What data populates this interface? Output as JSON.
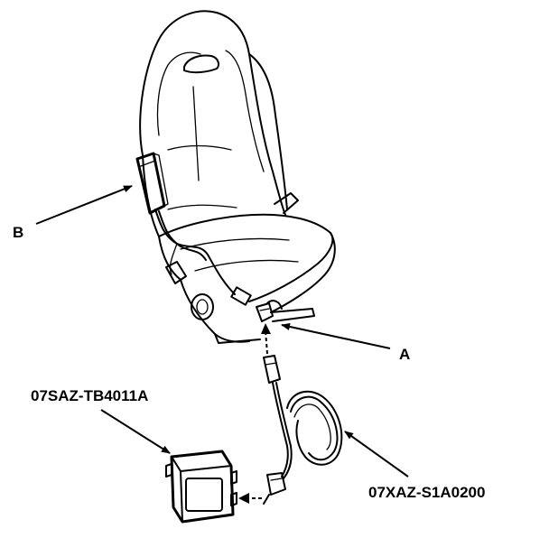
{
  "labels": {
    "b": "B",
    "a": "A",
    "tool_box": "07SAZ-TB4011A",
    "tool_cable": "07XAZ-S1A0200"
  },
  "colors": {
    "line": "#000000",
    "background": "#ffffff"
  }
}
